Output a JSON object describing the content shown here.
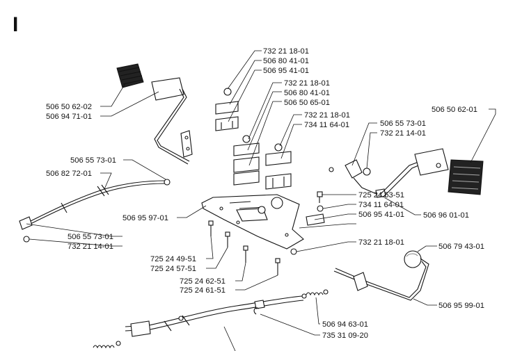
{
  "section_letter": "I",
  "labels": [
    {
      "id": "top-1",
      "text": "732 21 18-01"
    },
    {
      "id": "top-2",
      "text": "506 80 41-01"
    },
    {
      "id": "top-3",
      "text": "506 95 41-01"
    },
    {
      "id": "mid-1",
      "text": "732 21 18-01"
    },
    {
      "id": "mid-2",
      "text": "506 80 41-01"
    },
    {
      "id": "mid-3",
      "text": "506 50 65-01"
    },
    {
      "id": "mid-4",
      "text": "732 21 18-01"
    },
    {
      "id": "mid-5",
      "text": "734 11 64-01"
    },
    {
      "id": "left-pedal-1",
      "text": "506 50 62-02"
    },
    {
      "id": "left-pedal-2",
      "text": "506 94 71-01"
    },
    {
      "id": "cable-1",
      "text": "506 55 73-01"
    },
    {
      "id": "cable-2",
      "text": "506 82 72-01"
    },
    {
      "id": "plate",
      "text": "506 95 97-01"
    },
    {
      "id": "cable-end-1",
      "text": "506 55 73-01"
    },
    {
      "id": "cable-end-2",
      "text": "732 21 14-01"
    },
    {
      "id": "bolt-1",
      "text": "725 24 49-51"
    },
    {
      "id": "bolt-2",
      "text": "725 24 57-51"
    },
    {
      "id": "bolt-3",
      "text": "725 24 62-51"
    },
    {
      "id": "bolt-4",
      "text": "725 24 61-51"
    },
    {
      "id": "right-1",
      "text": "506 55 73-01"
    },
    {
      "id": "right-2",
      "text": "732 21 14-01"
    },
    {
      "id": "right-pedal-1",
      "text": "506 50 62-01"
    },
    {
      "id": "right-3",
      "text": "725 24 53-51"
    },
    {
      "id": "right-4",
      "text": "734 11 64-01"
    },
    {
      "id": "right-5",
      "text": "506 95 41-01"
    },
    {
      "id": "right-6",
      "text": "732 21 18-01"
    },
    {
      "id": "right-pedal-2",
      "text": "506 96 01-01"
    },
    {
      "id": "knob",
      "text": "506 79 43-01"
    },
    {
      "id": "lever",
      "text": "506 95 99-01"
    },
    {
      "id": "spring-1",
      "text": "506 94 63-01"
    },
    {
      "id": "spring-2",
      "text": "735 31 09-20"
    }
  ]
}
